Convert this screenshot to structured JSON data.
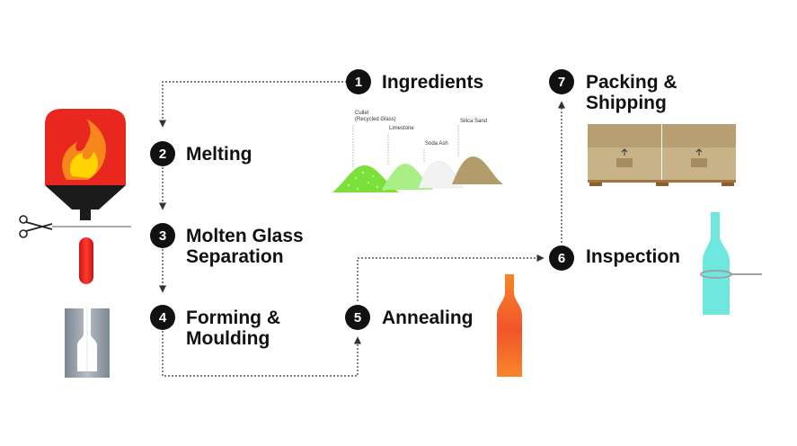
{
  "steps": [
    {
      "number": "1",
      "lines": [
        "Ingredients"
      ]
    },
    {
      "number": "2",
      "lines": [
        "Melting"
      ]
    },
    {
      "number": "3",
      "lines": [
        "Molten Glass",
        "Separation"
      ]
    },
    {
      "number": "4",
      "lines": [
        "Forming &",
        "Moulding"
      ]
    },
    {
      "number": "5",
      "lines": [
        "Annealing"
      ]
    },
    {
      "number": "6",
      "lines": [
        "Inspection"
      ]
    },
    {
      "number": "7",
      "lines": [
        "Packing &",
        "Shipping"
      ]
    }
  ],
  "ingredients": [
    {
      "lines": [
        "Cullet",
        "(Recycled Glass)"
      ],
      "color": "#7be03a"
    },
    {
      "lines": [
        "Limestone"
      ],
      "color": "#a9ef85"
    },
    {
      "lines": [
        "Soda Ash"
      ],
      "color": "#f2f2f2"
    },
    {
      "lines": [
        "Silica Sand"
      ],
      "color": "#b39c6a"
    }
  ],
  "colors": {
    "badge": "#111111",
    "flow_line": "#333333",
    "furnace_red": "#e8281e",
    "flame_yellow": "#ffd400",
    "molten_gob": "#e8281e",
    "mould_grey": "#8e98a0",
    "annealed_bottle": "#f7862a",
    "inspected_bottle": "#6fe7df",
    "box_tan": "#c8b287",
    "pallet_brown": "#a3743f"
  },
  "icons": [
    "scissors-icon",
    "furnace-icon",
    "mould-icon",
    "bottle-icon",
    "box-icon",
    "pallet-icon"
  ]
}
